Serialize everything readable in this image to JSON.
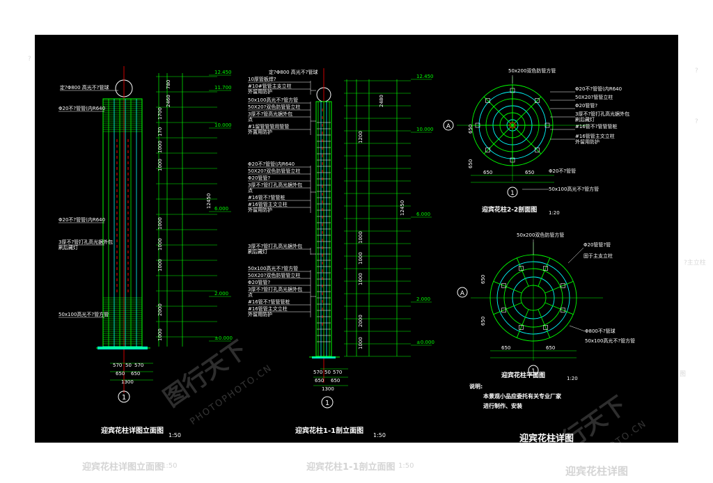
{
  "colors": {
    "background": "#000000",
    "page": "#ffffff",
    "dim": "#00ff00",
    "text": "#ffffff",
    "post": "#00ffff",
    "accent": "#ff0000",
    "leader": "#ffffff",
    "ring": "#00ffff"
  },
  "sheet_title": "迎宾花柱详图",
  "views": {
    "elevation_left": {
      "title": "迎宾花柱详图立面图",
      "scale": "1:50",
      "top_label": "定?Φ800 高光不?管球",
      "labels": [
        "Φ20不?管管(内R640",
        "Φ20不?管管(内R640",
        "3厚不?管打孔高光据外包\n刷后藏灯",
        "50x100高光不?管方管"
      ],
      "elevations": [
        "12.450",
        "11.700",
        "10.000",
        "6.000",
        "2.000",
        "±0.000"
      ],
      "dims_right": [
        "780",
        "2460",
        "1700",
        "170",
        "1000",
        "1000",
        "12450",
        "1000",
        "1000",
        "1000",
        "2000",
        "1000"
      ],
      "base_dims": [
        "570",
        "50",
        "570",
        "650",
        "650",
        "1300"
      ],
      "axis": "1"
    },
    "elevation_mid": {
      "title": "迎宾花柱1-1剖立面图",
      "scale": "1:50",
      "top_label": "定?Φ800 高光不?管球",
      "labels": [
        "10厚管板焊?",
        "#10#管管主支立柱\n外留用防护",
        "50x100高光不?管方管",
        "50X20?双色防管管立柱",
        "3厚不?管高光据外包\n点",
        "#1留管管管用管管\n外置用防护",
        "Φ20不?管管(内R640",
        "50X20?双色防管管立柱",
        "Φ20管管?",
        "3厚不?管打孔高光据外包\n点",
        "#16管不?管管桩",
        "#16管管主文立柱\n外留用防护",
        "3厚不?管打孔高光据外包\n刷后藏灯",
        "50x100高光不?管方管",
        "50X20?双色防管管立柱",
        "Φ20管管?",
        "3厚不?管打孔高光据外包\n点",
        "#16管不?管管管桩",
        "#16管管主文立柱\n外留用防护"
      ],
      "elevations": [
        "12.450",
        "10.000",
        "6.000",
        "2.000",
        "±0.000"
      ],
      "dims_right": [
        "2480",
        "1200",
        "12450",
        "1000",
        "1000",
        "1000",
        "2000",
        "1000"
      ],
      "base_dims": [
        "570",
        "50",
        "570",
        "650",
        "650",
        "1300"
      ],
      "axis": "1"
    },
    "section_22": {
      "title": "迎宾花柱2-2剖面图",
      "scale": "1:20",
      "labels": [
        "50x200双色防管方管",
        "Φ20不?管管(内R640",
        "50X20?管管立柱",
        "Φ20管管?",
        "3厚不?管打孔高光据外包\n刷后藏灯",
        "#16管不?管管管桩",
        "#16管管主文立柱\n外留用防护",
        "Φ20不?管管",
        "50x100高光不?管方管"
      ],
      "axis_a": "A",
      "axis_1": "1",
      "dims": [
        "650",
        "650",
        "650",
        "650"
      ]
    },
    "plan": {
      "title": "迎宾花柱平面图",
      "scale": "1:20",
      "labels": [
        "50x200双色防管方管",
        "Φ20管管?管",
        "固于主支立柱",
        "Φ800不?管球",
        "50x100高光不?管方管"
      ],
      "axis_a": "A",
      "axis_1": "1",
      "dims": [
        "650",
        "650",
        "650",
        "650"
      ]
    },
    "notes": {
      "heading": "说明:",
      "lines": [
        "本景观小品应委托有关专业厂家",
        "进行制作、安装"
      ]
    }
  },
  "watermark": {
    "cn": "图行天下",
    "en": "PHOTOPHOTO.CN"
  },
  "outside": {
    "left_title": "迎宾花柱详图立面图",
    "left_scale": "1:50",
    "mid_title": "迎宾花柱1-1剖立面图",
    "mid_scale": "1:50",
    "right_title": "迎宾花柱详图",
    "ghost_right": [
      "?",
      "?",
      "?主立柱",
      "?",
      "图"
    ]
  }
}
